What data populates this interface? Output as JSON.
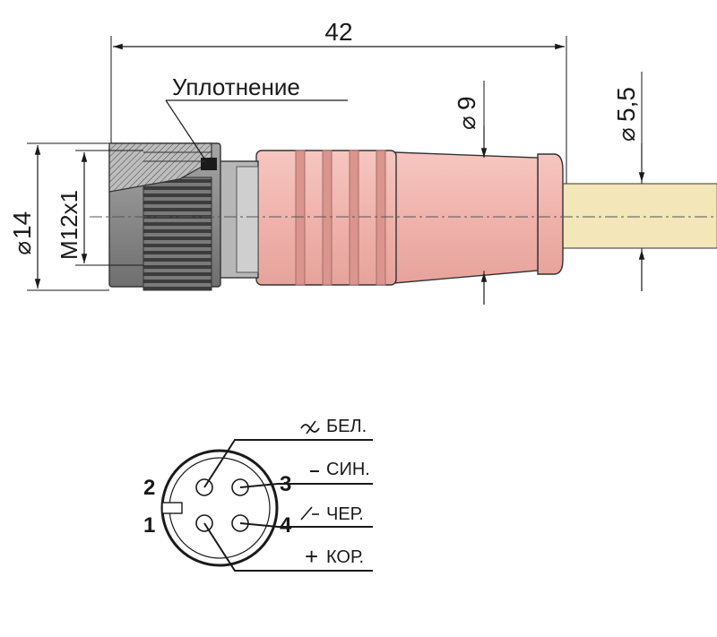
{
  "labels": {
    "length_dim": "42",
    "seal_label": "Уплотнение",
    "dia_nut": "14",
    "thread": "M12x1",
    "dia_body": "9",
    "dia_cable": "5,5"
  },
  "pins": [
    {
      "number": "1"
    },
    {
      "number": "2"
    },
    {
      "number": "3"
    },
    {
      "number": "4"
    }
  ],
  "wires": [
    {
      "symbol": "~",
      "label": "БЕЛ."
    },
    {
      "symbol": "-",
      "label": "СИН."
    },
    {
      "symbol": "∕",
      "label": "ЧЕР."
    },
    {
      "symbol": "+",
      "label": "КОР."
    }
  ],
  "colors": {
    "nut": "#8f8f8f",
    "body_pink": "#f0b3ac",
    "cable": "#f3e6b8",
    "line": "#1a1a1a"
  }
}
